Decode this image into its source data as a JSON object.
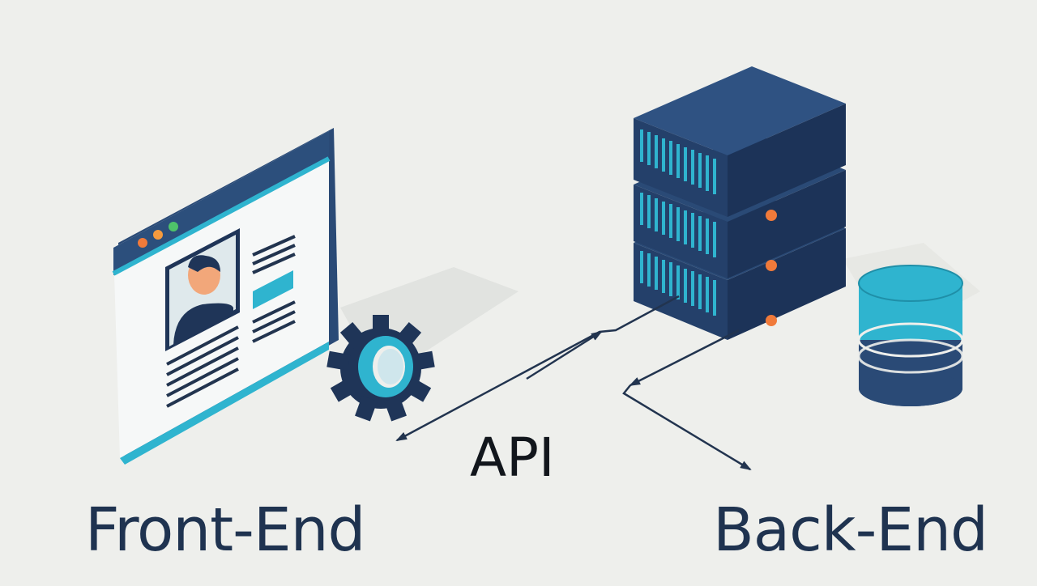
{
  "labels": {
    "frontend": "Front-End",
    "api": "API",
    "backend": "Back-End"
  },
  "colors": {
    "background": "#eeefec",
    "navy": "#2c4a74",
    "navy_dark": "#1f3558",
    "teal": "#2fb4cf",
    "orange": "#f07a3a",
    "text": "#1f3350"
  },
  "icons": {
    "frontend": "browser-window-icon",
    "connector": "gear-icon",
    "backend": "server-stack-icon",
    "storage": "database-icon"
  }
}
